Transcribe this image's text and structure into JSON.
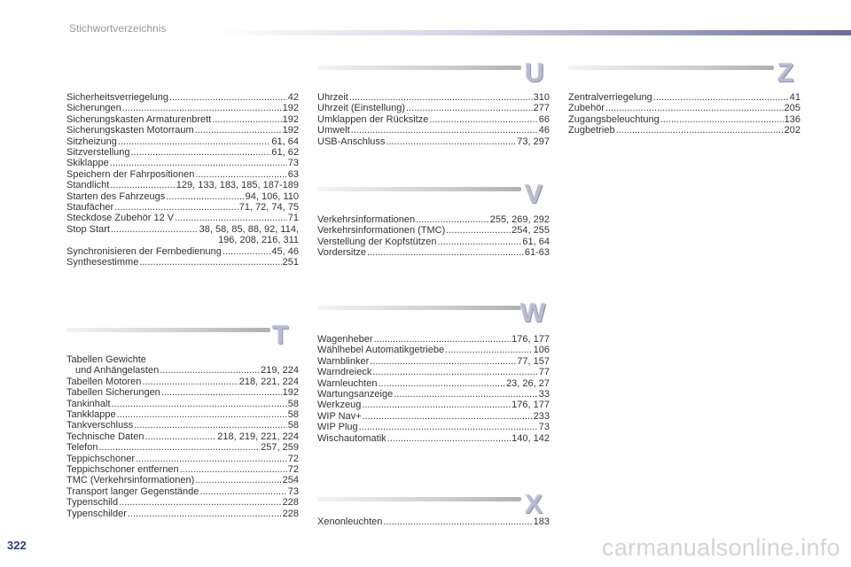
{
  "header": {
    "title": "Stichwortverzeichnis"
  },
  "page_number": "322",
  "watermark": "carmanualsonline.info",
  "col1_s": [
    {
      "label": "Sicherheitsverriegelung",
      "pages": "42"
    },
    {
      "label": "Sicherungen",
      "pages": "192"
    },
    {
      "label": "Sicherungskasten Armaturenbrett",
      "pages": "192"
    },
    {
      "label": "Sicherungskasten Motorraum",
      "pages": "192"
    },
    {
      "label": "Sitzheizung",
      "pages": "61, 64"
    },
    {
      "label": "Sitzverstellung",
      "pages": "61, 62"
    },
    {
      "label": "Skiklappe",
      "pages": "73"
    },
    {
      "label": "Speichern der Fahrpositionen",
      "pages": "63"
    },
    {
      "label": "Standlicht",
      "pages": "129, 133, 183, 185, 187-189"
    },
    {
      "label": "Starten des Fahrzeugs",
      "pages": "94, 106, 110"
    },
    {
      "label": "Staufächer",
      "pages": "71, 72, 74, 75"
    },
    {
      "label": "Steckdose Zubehör 12 V",
      "pages": "71"
    },
    {
      "label": "Stop Start",
      "pages": "38, 58, 85, 88, 92, 114,",
      "cont": "196, 208, 216, 311"
    },
    {
      "label": "Synchronisieren der Fernbedienung",
      "pages": "45, 46"
    },
    {
      "label": "Synthesestimme",
      "pages": "251"
    }
  ],
  "sections": {
    "T": {
      "letter": "T",
      "entries": [
        {
          "label": "Tabellen Gewichte",
          "pages": "",
          "line2": "und Anhängelasten",
          "pages2": "219, 224"
        },
        {
          "label": "Tabellen Motoren",
          "pages": "218, 221, 224"
        },
        {
          "label": "Tabellen Sicherungen",
          "pages": "192"
        },
        {
          "label": "Tankinhalt",
          "pages": "58"
        },
        {
          "label": "Tankklappe",
          "pages": "58"
        },
        {
          "label": "Tankverschluss",
          "pages": "58"
        },
        {
          "label": "Technische Daten",
          "pages": "218, 219, 221, 224"
        },
        {
          "label": "Telefon",
          "pages": "257, 259"
        },
        {
          "label": "Teppichschoner",
          "pages": "72"
        },
        {
          "label": "Teppichschoner entfernen",
          "pages": "72"
        },
        {
          "label": "TMC (Verkehrsinformationen)",
          "pages": "254"
        },
        {
          "label": "Transport langer Gegenstände",
          "pages": "73"
        },
        {
          "label": "Typenschild",
          "pages": "228"
        },
        {
          "label": "Typenschilder",
          "pages": "228"
        }
      ]
    },
    "U": {
      "letter": "U",
      "entries": [
        {
          "label": "Uhrzeit",
          "pages": "310"
        },
        {
          "label": "Uhrzeit (Einstellung)",
          "pages": "277"
        },
        {
          "label": "Umklappen der Rücksitze",
          "pages": "66"
        },
        {
          "label": "Umwelt",
          "pages": "46"
        },
        {
          "label": "USB-Anschluss",
          "pages": "73, 297"
        }
      ]
    },
    "V": {
      "letter": "V",
      "entries": [
        {
          "label": "Verkehrsinformationen",
          "pages": "255, 269, 292"
        },
        {
          "label": "Verkehrsinformationen (TMC)",
          "pages": "254, 255"
        },
        {
          "label": "Verstellung der Kopfstützen",
          "pages": "61, 64"
        },
        {
          "label": "Vordersitze",
          "pages": "61-63"
        }
      ]
    },
    "W": {
      "letter": "W",
      "entries": [
        {
          "label": "Wagenheber",
          "pages": "176, 177"
        },
        {
          "label": "Wählhebel Automatikgetriebe",
          "pages": "106"
        },
        {
          "label": "Warnblinker",
          "pages": "77, 157"
        },
        {
          "label": "Warndreieck",
          "pages": "77"
        },
        {
          "label": "Warnleuchten",
          "pages": "23, 26, 27"
        },
        {
          "label": "Wartungsanzeige",
          "pages": "33"
        },
        {
          "label": "Werkzeug",
          "pages": "176, 177"
        },
        {
          "label": "WIP Nav+",
          "pages": "233"
        },
        {
          "label": "WIP Plug",
          "pages": "73"
        },
        {
          "label": "Wischautomatik",
          "pages": "140, 142"
        }
      ]
    },
    "X": {
      "letter": "X",
      "entries": [
        {
          "label": "Xenonleuchten",
          "pages": "183"
        }
      ]
    },
    "Z": {
      "letter": "Z",
      "entries": [
        {
          "label": "Zentralverriegelung",
          "pages": "41"
        },
        {
          "label": "Zubehör",
          "pages": "205"
        },
        {
          "label": "Zugangsbeleuchtung",
          "pages": "136"
        },
        {
          "label": "Zugbetrieb",
          "pages": "202"
        }
      ]
    }
  }
}
